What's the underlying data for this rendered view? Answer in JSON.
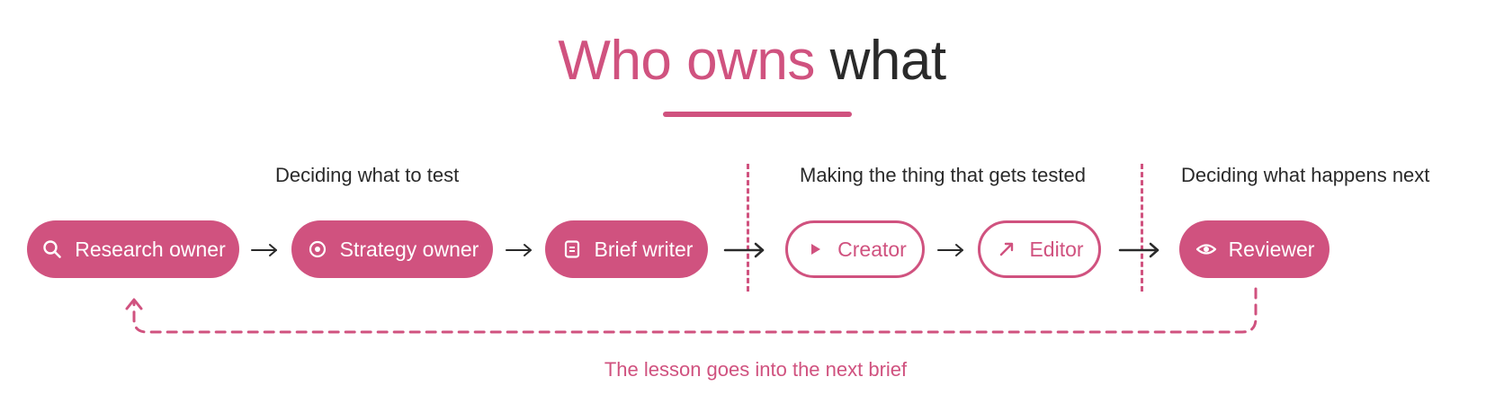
{
  "title": {
    "accent": "Who owns",
    "rest": "what"
  },
  "sections": [
    {
      "label": "Deciding what to test"
    },
    {
      "label": "Making the thing that gets tested"
    },
    {
      "label": "Deciding what happens next"
    }
  ],
  "roles": [
    {
      "label": "Research owner",
      "icon": "search-icon",
      "style": "filled"
    },
    {
      "label": "Strategy owner",
      "icon": "target-icon",
      "style": "filled"
    },
    {
      "label": "Brief writer",
      "icon": "document-icon",
      "style": "filled"
    },
    {
      "label": "Creator",
      "icon": "play-icon",
      "style": "outline"
    },
    {
      "label": "Editor",
      "icon": "pen-icon",
      "style": "outline"
    },
    {
      "label": "Reviewer",
      "icon": "eye-icon",
      "style": "filled"
    }
  ],
  "feedback": {
    "label": "The lesson goes into the next brief"
  },
  "colors": {
    "accent": "#d0527f",
    "text": "#2a2a2a",
    "background": "#ffffff"
  }
}
